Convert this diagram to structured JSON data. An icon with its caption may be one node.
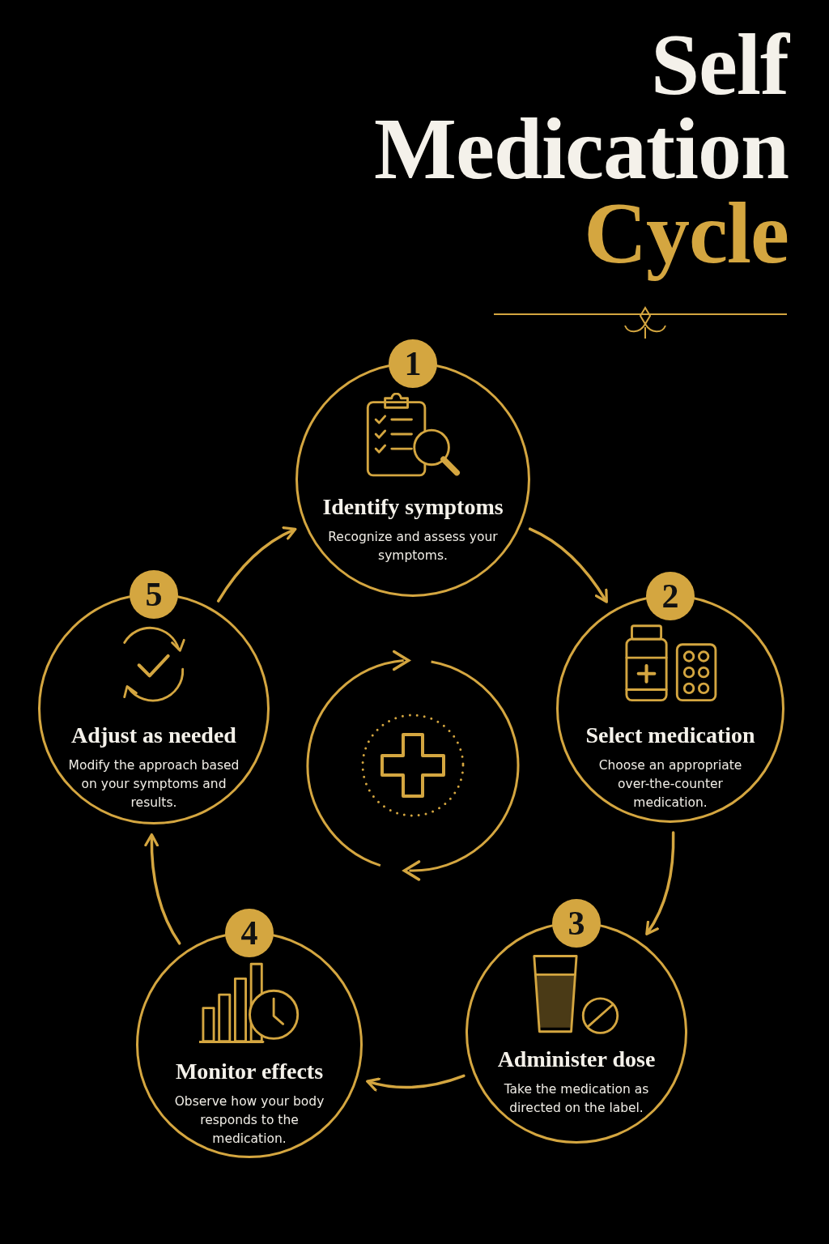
{
  "diagram": {
    "title": "Self Medication Cycle",
    "nodes": [
      {
        "text": [
          "1",
          "Identify symptoms",
          "Recognize and assess your symptoms."
        ]
      },
      {
        "text": [
          "2",
          "Select medication",
          "Choose an appropriate over-the-counter medication."
        ]
      },
      {
        "text": [
          "3",
          "Administer dose",
          "Take the medication as directed on the label."
        ]
      },
      {
        "text": [
          "4",
          "Monitor effects",
          "Observe how your body responds to the medication."
        ]
      },
      {
        "text": [
          "5",
          "Adjust as needed",
          "Modify the approach based on your symptoms and results."
        ]
      }
    ],
    "edges": [
      {
        "from": 0,
        "to": 1,
        "arrow": "to"
      },
      {
        "from": 1,
        "to": 2,
        "arrow": "to"
      },
      {
        "from": 2,
        "to": 3,
        "arrow": "to"
      },
      {
        "from": 3,
        "to": 4,
        "arrow": "to"
      },
      {
        "from": 4,
        "to": 0,
        "arrow": "to"
      }
    ]
  }
}
